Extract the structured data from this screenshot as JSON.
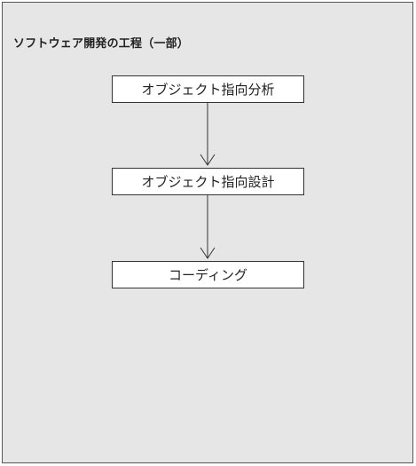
{
  "diagram": {
    "title": "ソフトウェア開発の工程（一部）",
    "steps": [
      {
        "label": "オブジェクト指向分析"
      },
      {
        "label": "オブジェクト指向設計"
      },
      {
        "label": "コーディング"
      }
    ],
    "colors": {
      "panel_background": "#e6e6e6",
      "box_background": "#ffffff",
      "line": "#333333"
    }
  }
}
